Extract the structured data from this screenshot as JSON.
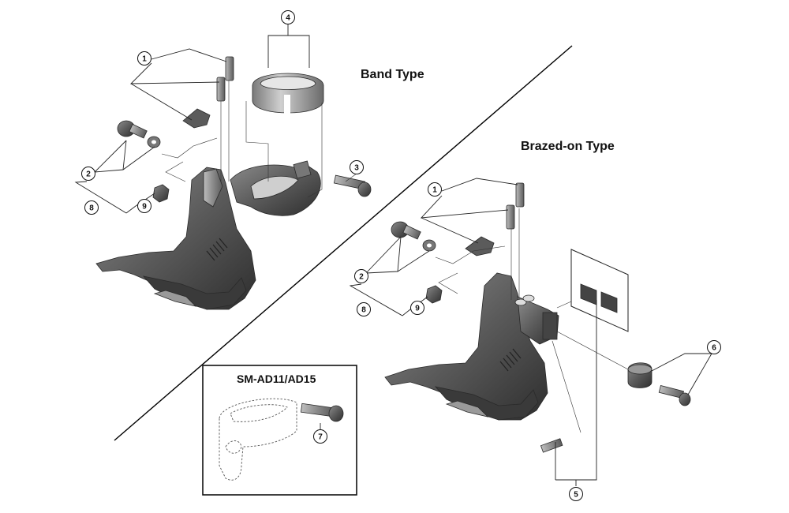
{
  "titles": {
    "band_type": "Band Type",
    "brazed_on_type": "Brazed-on Type",
    "adapter_box": "SM-AD11/AD15"
  },
  "band_callouts": [
    "1",
    "2",
    "3",
    "4",
    "8",
    "9"
  ],
  "brazed_callouts": [
    "1",
    "2",
    "5",
    "6",
    "8",
    "9"
  ],
  "adapter_callouts": [
    "7"
  ]
}
